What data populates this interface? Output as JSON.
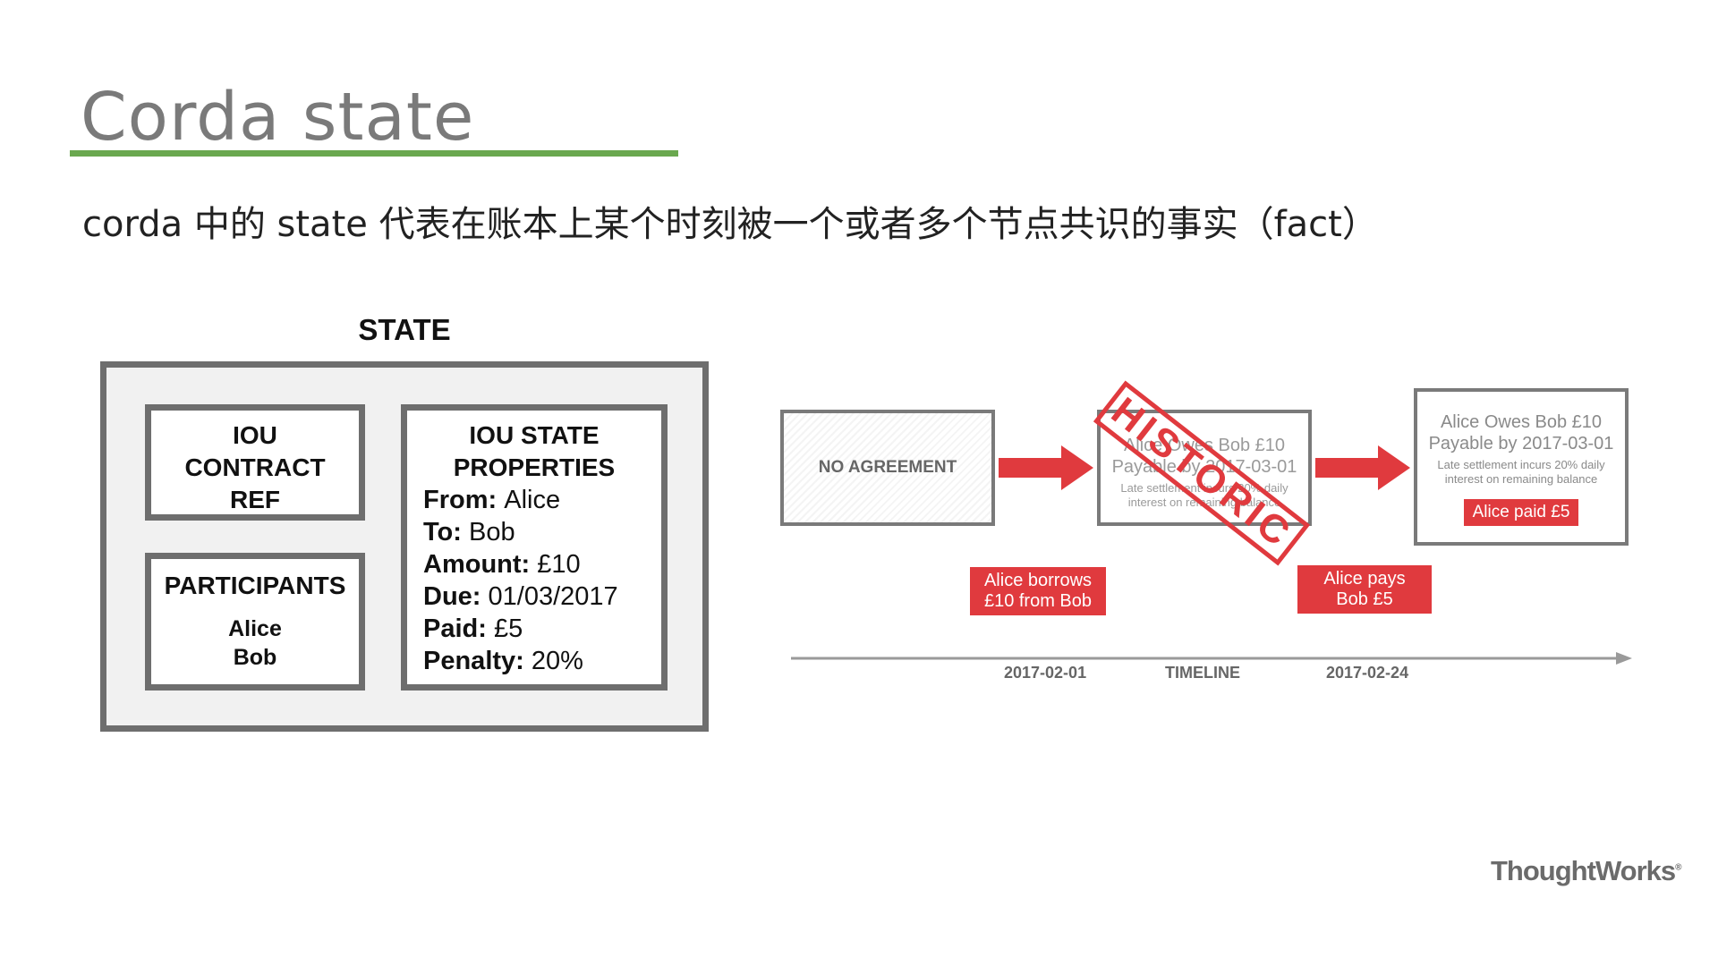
{
  "slide": {
    "title": "Corda state",
    "subtitle": "corda 中的 state 代表在账本上某个时刻被一个或者多个节点共识的事实（fact）"
  },
  "state_diagram": {
    "label": "STATE",
    "iou_ref": [
      "IOU",
      "CONTRACT",
      "REF"
    ],
    "participants": {
      "heading": "PARTICIPANTS",
      "names": [
        "Alice",
        "Bob"
      ]
    },
    "properties": {
      "heading": [
        "IOU STATE",
        "PROPERTIES"
      ],
      "items": [
        {
          "key": "From:",
          "value": "Alice"
        },
        {
          "key": "To:",
          "value": "Bob"
        },
        {
          "key": "Amount:",
          "value": "£10"
        },
        {
          "key": "Due:",
          "value": "01/03/2017"
        },
        {
          "key": "Paid:",
          "value": "£5"
        },
        {
          "key": "Penalty:",
          "value": "20%"
        }
      ]
    }
  },
  "timeline": {
    "no_agreement": "NO AGREEMENT",
    "historic_state": {
      "line1": "Alice Owes Bob £10",
      "line2": "Payable by 2017-03-01",
      "note1": "Late settlement incurs 20% daily",
      "note2": "interest on remaining balance",
      "stamp": "HISTORIC"
    },
    "current_state": {
      "line1": "Alice Owes Bob £10",
      "line2": "Payable by 2017-03-01",
      "note1": "Late settlement incurs 20% daily",
      "note2": "interest on remaining balance",
      "badge": "Alice paid £5"
    },
    "events": {
      "borrow": [
        "Alice borrows",
        "£10 from Bob"
      ],
      "pays": [
        "Alice pays",
        "Bob £5"
      ]
    },
    "axis": {
      "label": "TIMELINE",
      "date1": "2017-02-01",
      "date2": "2017-02-24"
    },
    "accent_color": "#e03a3e",
    "border_color": "#7a7a7a"
  },
  "brand": {
    "name": "ThoughtWorks",
    "mark": "®"
  }
}
